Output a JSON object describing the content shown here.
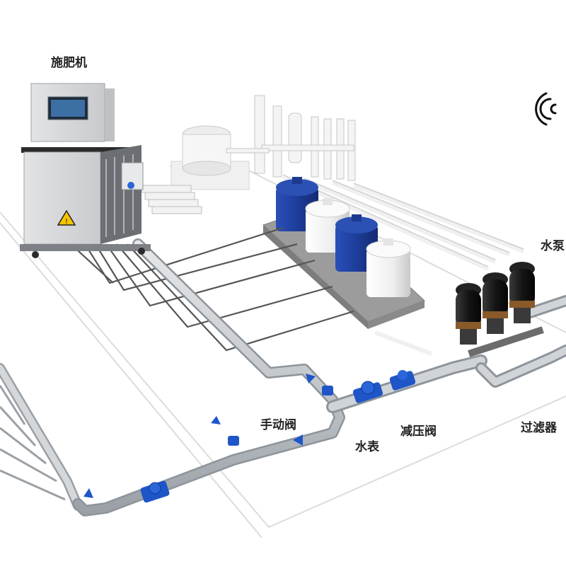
{
  "labels": {
    "fertigation_machine": "施肥机",
    "water_pump": "水泵",
    "manual_valve": "手动阀",
    "water_meter": "水表",
    "pressure_reducing_valve": "减压阀",
    "filter": "过滤器"
  },
  "colors": {
    "pipe": "#c7cacf",
    "pipe_edge": "#8e949b",
    "floor_line": "#d8d8d8",
    "tank_blue": "#1f3f9e",
    "tank_white": "#f4f4f4",
    "valve_blue": "#1e56c8",
    "filter_black": "#1b1b1b",
    "filter_band": "#8a5a2a"
  },
  "icons": [
    "wireless-signal-icon",
    "warning-icon",
    "flow-arrow-icon"
  ]
}
